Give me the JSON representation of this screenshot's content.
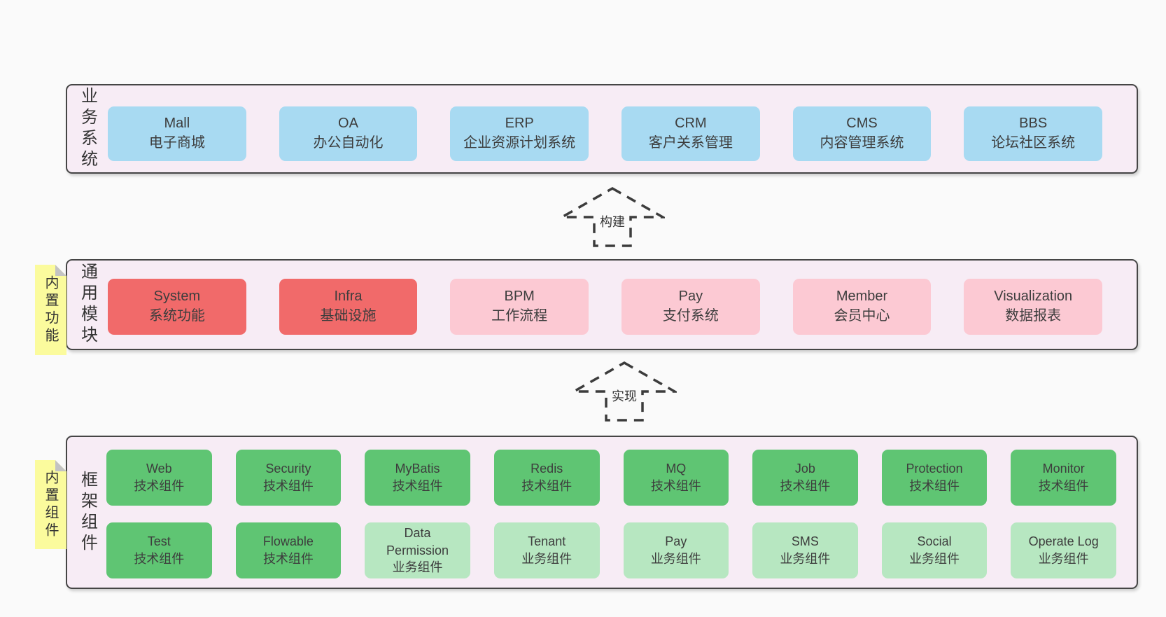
{
  "layers": {
    "business": {
      "label": "业务系统",
      "boxes": [
        {
          "title": "Mall",
          "subtitle": "电子商城"
        },
        {
          "title": "OA",
          "subtitle": "办公自动化"
        },
        {
          "title": "ERP",
          "subtitle": "企业资源计划系统"
        },
        {
          "title": "CRM",
          "subtitle": "客户关系管理"
        },
        {
          "title": "CMS",
          "subtitle": "内容管理系统"
        },
        {
          "title": "BBS",
          "subtitle": "论坛社区系统"
        }
      ]
    },
    "modules": {
      "label": "通用模块",
      "note": "内置功能",
      "boxes": [
        {
          "title": "System",
          "subtitle": "系统功能"
        },
        {
          "title": "Infra",
          "subtitle": "基础设施"
        },
        {
          "title": "BPM",
          "subtitle": "工作流程"
        },
        {
          "title": "Pay",
          "subtitle": "支付系统"
        },
        {
          "title": "Member",
          "subtitle": "会员中心"
        },
        {
          "title": "Visualization",
          "subtitle": "数据报表"
        }
      ]
    },
    "components": {
      "label": "框架组件",
      "note": "内置组件",
      "row1": [
        {
          "title": "Web",
          "subtitle": "技术组件"
        },
        {
          "title": "Security",
          "subtitle": "技术组件"
        },
        {
          "title": "MyBatis",
          "subtitle": "技术组件"
        },
        {
          "title": "Redis",
          "subtitle": "技术组件"
        },
        {
          "title": "MQ",
          "subtitle": "技术组件"
        },
        {
          "title": "Job",
          "subtitle": "技术组件"
        },
        {
          "title": "Protection",
          "subtitle": "技术组件"
        },
        {
          "title": "Monitor",
          "subtitle": "技术组件"
        }
      ],
      "row2": [
        {
          "title": "Test",
          "subtitle": "技术组件"
        },
        {
          "title": "Flowable",
          "subtitle": "技术组件"
        },
        {
          "title": "Data Permission",
          "subtitle": "业务组件"
        },
        {
          "title": "Tenant",
          "subtitle": "业务组件"
        },
        {
          "title": "Pay",
          "subtitle": "业务组件"
        },
        {
          "title": "SMS",
          "subtitle": "业务组件"
        },
        {
          "title": "Social",
          "subtitle": "业务组件"
        },
        {
          "title": "Operate Log",
          "subtitle": "业务组件"
        }
      ]
    }
  },
  "arrows": {
    "build": "构建",
    "implement": "实现"
  },
  "colors": {
    "page_background": "#fafafa",
    "container_background": "#f7ecf5",
    "container_border": "#454545",
    "blue_box": "#a8daf2",
    "red_box": "#f16a6a",
    "pink_box": "#fcc9d3",
    "green_box": "#5fc573",
    "light_green_box": "#b7e7c1",
    "yellow_note": "#fbfb9d",
    "note_fold": "#c3c3c3",
    "arrow_stroke": "#3c3c3c",
    "text": "#3d3d3d"
  }
}
